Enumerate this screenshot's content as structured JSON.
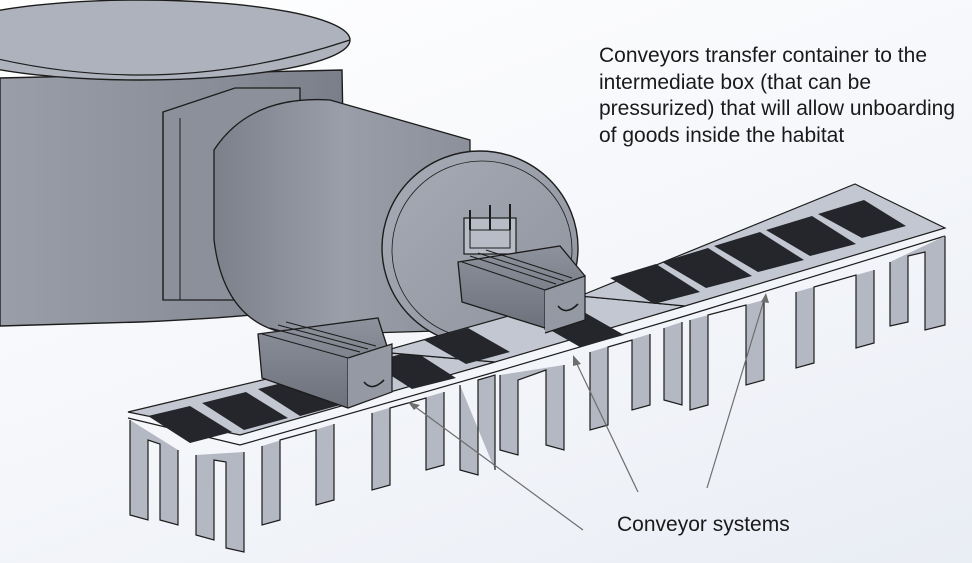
{
  "annotations": {
    "description_lines": [
      "Conveyors transfer container to the",
      "intermediate box (that can be",
      "pressurized) that will allow unboarding",
      "of goods inside the habitat"
    ],
    "conveyor_label": "Conveyor systems"
  },
  "colors": {
    "habitat_light": "#a9adb7",
    "habitat_dark": "#7d818b",
    "conveyor_frame": "#b4b8c3",
    "belt_pad": "#24262b",
    "outline": "#1c1c1c",
    "leader_line": "#6e6e6e"
  }
}
